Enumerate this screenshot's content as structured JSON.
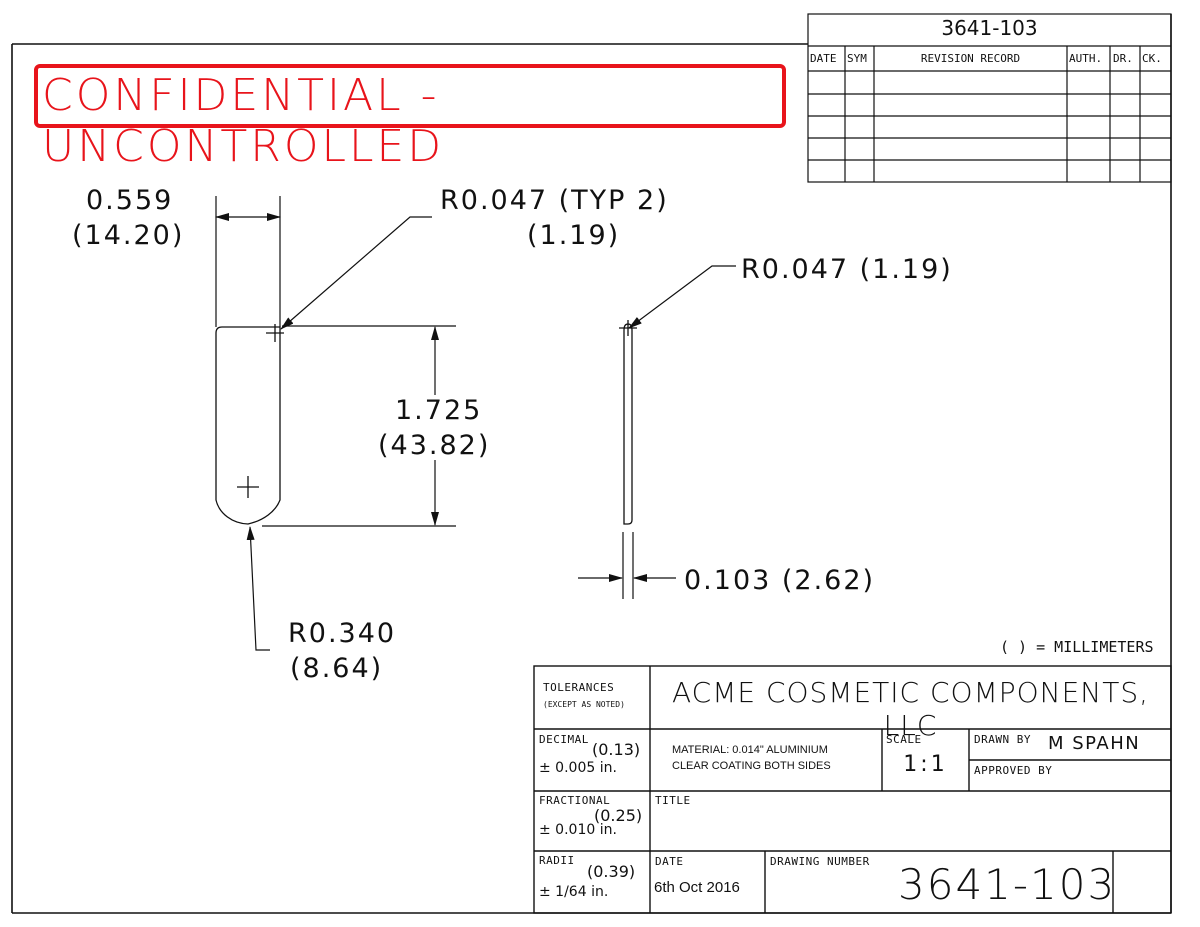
{
  "stamp": {
    "text": "CONFIDENTIAL - UNCONTROLLED",
    "color": "#e8141b"
  },
  "revision_block": {
    "doc_number": "3641-103",
    "headers": [
      "DATE",
      "SYM",
      "REVISION RECORD",
      "AUTH.",
      "DR.",
      "CK."
    ]
  },
  "dimensions": {
    "width_in": "0.559",
    "width_mm": "(14.20)",
    "corner_radius_in": "R0.047 (TYP 2)",
    "corner_radius_mm": "(1.19)",
    "side_radius": "R0.047 (1.19)",
    "height_in": "1.725",
    "height_mm": "(43.82)",
    "thickness": "0.103 (2.62)",
    "bottom_radius_in": "R0.340",
    "bottom_radius_mm": "(8.64)"
  },
  "units_note": "( ) = MILLIMETERS",
  "title_block": {
    "tolerances_label": "TOLERANCES",
    "tolerances_sub": "(EXCEPT AS NOTED)",
    "company": "ACME COSMETIC COMPONENTS, LLC",
    "decimal_label": "DECIMAL",
    "decimal_mm": "(0.13)",
    "decimal_in": "± 0.005 in.",
    "fractional_label": "FRACTIONAL",
    "fractional_mm": "(0.25)",
    "fractional_in": "± 0.010 in.",
    "radii_label": "RADII",
    "radii_mm": "(0.39)",
    "radii_in": "± 1/64 in.",
    "material_line1": "MATERIAL: 0.014\" ALUMINIUM",
    "material_line2": "CLEAR COATING BOTH SIDES",
    "scale_label": "SCALE",
    "scale_value": "1:1",
    "drawn_by_label": "DRAWN BY",
    "drawn_by_value": "M SPAHN",
    "approved_by_label": "APPROVED BY",
    "title_label": "TITLE",
    "date_label": "DATE",
    "date_value": "6th Oct 2016",
    "drawing_number_label": "DRAWING NUMBER",
    "drawing_number": "3641-103"
  }
}
